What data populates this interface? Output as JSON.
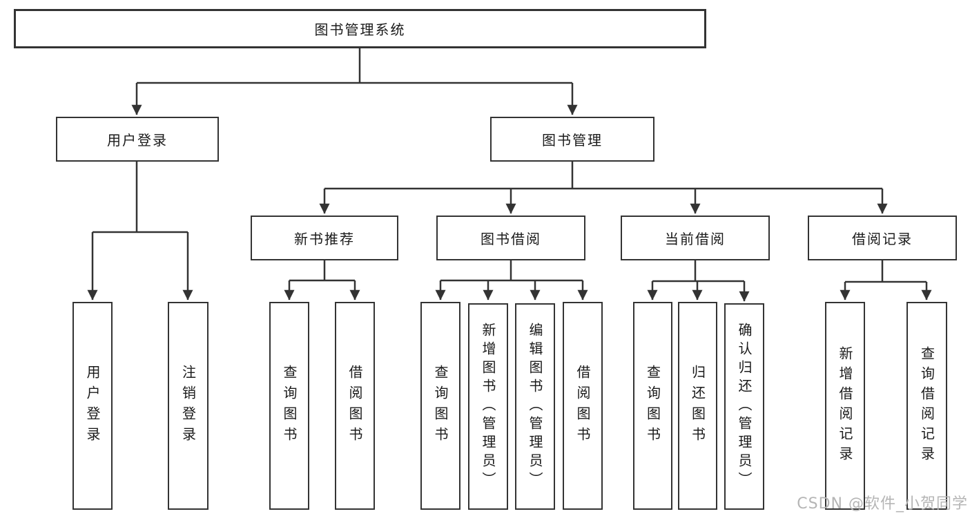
{
  "diagram": {
    "title": "图书管理系统",
    "type": "hierarchy-tree",
    "colors": {
      "line": "#333333",
      "box_border": "#333333",
      "box_fill": "#ffffff",
      "text": "#1a1a1a",
      "watermark_text": "#b5b5b5"
    }
  },
  "tree": {
    "label": "图书管理系统",
    "children": [
      {
        "label": "用户登录",
        "children": [
          {
            "label": "用户登录"
          },
          {
            "label": "注销登录"
          }
        ]
      },
      {
        "label": "图书管理",
        "children": [
          {
            "label": "新书推荐",
            "children": [
              {
                "label": "查询图书"
              },
              {
                "label": "借阅图书"
              }
            ]
          },
          {
            "label": "图书借阅",
            "children": [
              {
                "label": "查询图书"
              },
              {
                "label": "新增图书（管理员）"
              },
              {
                "label": "编辑图书（管理员）"
              },
              {
                "label": "借阅图书"
              }
            ]
          },
          {
            "label": "当前借阅",
            "children": [
              {
                "label": "查询图书"
              },
              {
                "label": "归还图书"
              },
              {
                "label": "确认归还（管理员）"
              }
            ]
          },
          {
            "label": "借阅记录",
            "children": [
              {
                "label": "新增借阅记录"
              },
              {
                "label": "查询借阅记录"
              }
            ]
          }
        ]
      }
    ]
  },
  "watermark": {
    "text": "CSDN @软件_小贺同学"
  }
}
